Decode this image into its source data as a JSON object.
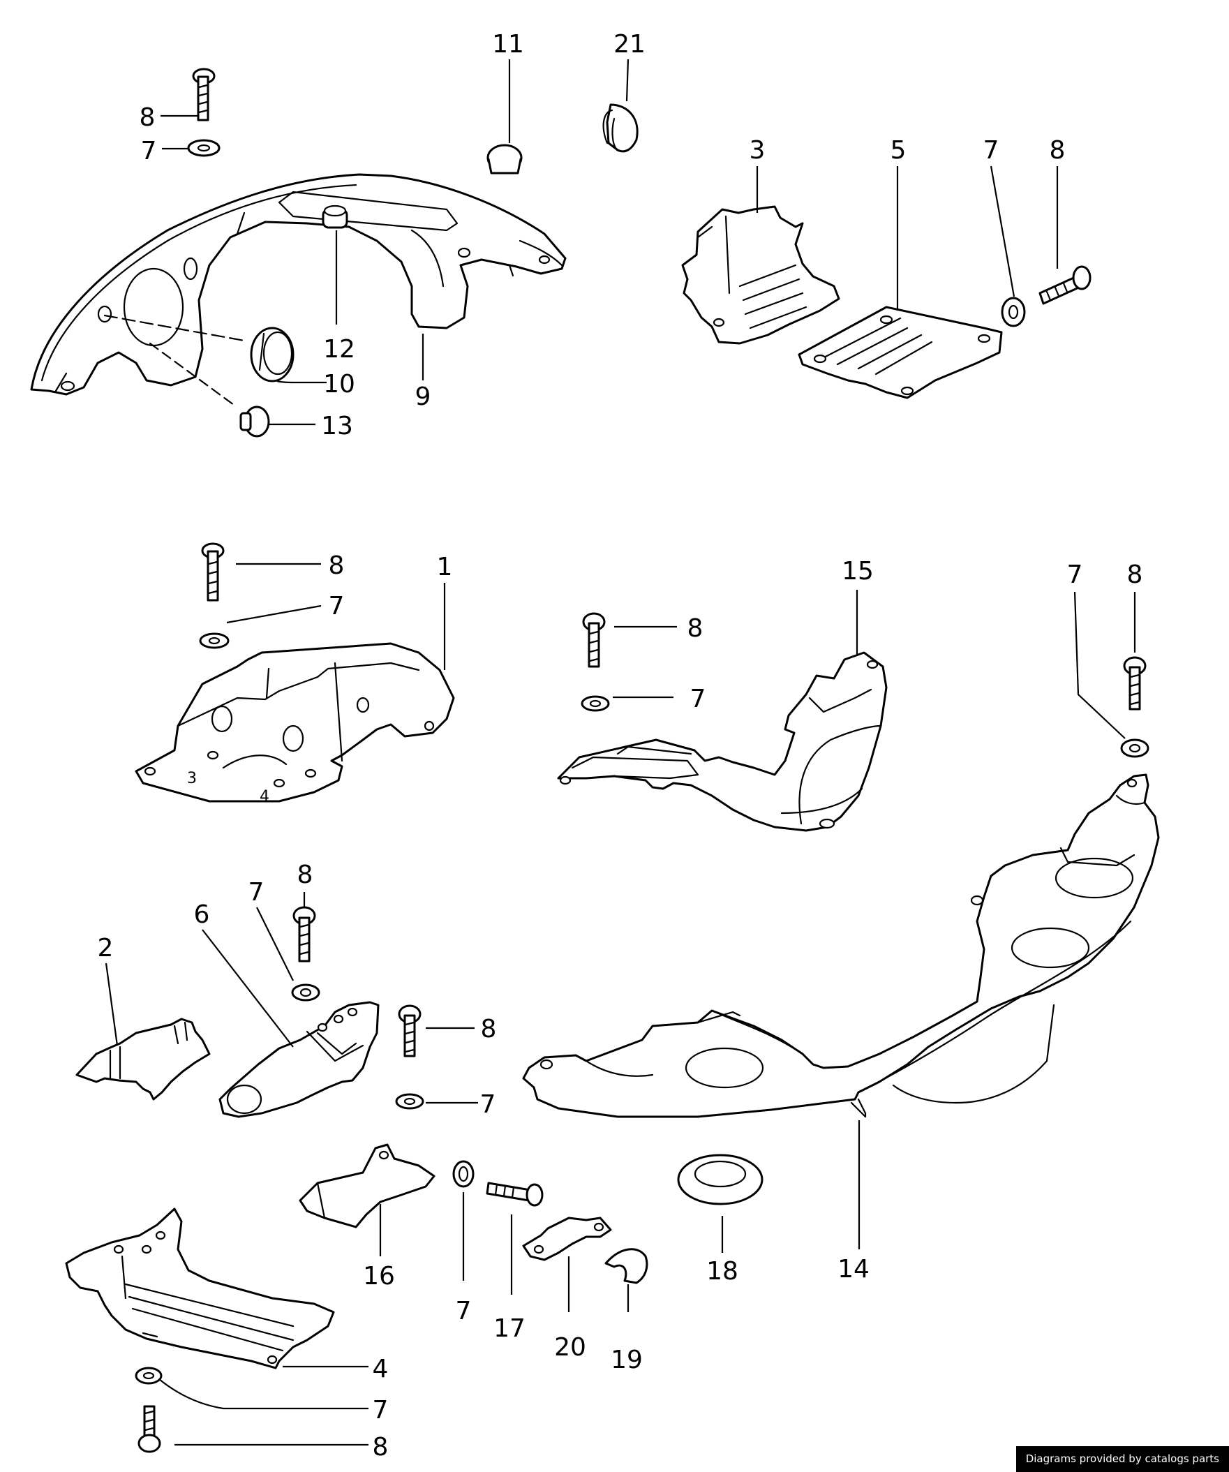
{
  "diagram": {
    "callouts": [
      {
        "id": "c-11-top",
        "label": "11"
      },
      {
        "id": "c-21-top",
        "label": "21"
      },
      {
        "id": "c-8-a",
        "label": "8"
      },
      {
        "id": "c-7-a",
        "label": "7"
      },
      {
        "id": "c-12",
        "label": "12"
      },
      {
        "id": "c-10",
        "label": "10"
      },
      {
        "id": "c-9",
        "label": "9"
      },
      {
        "id": "c-13",
        "label": "13"
      },
      {
        "id": "c-3",
        "label": "3"
      },
      {
        "id": "c-5",
        "label": "5"
      },
      {
        "id": "c-7-b",
        "label": "7"
      },
      {
        "id": "c-8-b",
        "label": "8"
      },
      {
        "id": "c-8-c",
        "label": "8"
      },
      {
        "id": "c-7-c",
        "label": "7"
      },
      {
        "id": "c-1",
        "label": "1"
      },
      {
        "id": "c-15",
        "label": "15"
      },
      {
        "id": "c-8-d",
        "label": "8"
      },
      {
        "id": "c-7-d",
        "label": "7"
      },
      {
        "id": "c-7-e",
        "label": "7"
      },
      {
        "id": "c-8-e",
        "label": "8"
      },
      {
        "id": "c-2",
        "label": "2"
      },
      {
        "id": "c-6",
        "label": "6"
      },
      {
        "id": "c-7-f",
        "label": "7"
      },
      {
        "id": "c-8-f",
        "label": "8"
      },
      {
        "id": "c-8-g",
        "label": "8"
      },
      {
        "id": "c-7-g",
        "label": "7"
      },
      {
        "id": "c-14",
        "label": "14"
      },
      {
        "id": "c-18",
        "label": "18"
      },
      {
        "id": "c-16",
        "label": "16"
      },
      {
        "id": "c-7-h",
        "label": "7"
      },
      {
        "id": "c-17",
        "label": "17"
      },
      {
        "id": "c-20",
        "label": "20"
      },
      {
        "id": "c-19",
        "label": "19"
      },
      {
        "id": "c-4",
        "label": "4"
      },
      {
        "id": "c-7-i",
        "label": "7"
      },
      {
        "id": "c-8-h",
        "label": "8"
      }
    ],
    "embossed_marks": {
      "three": "3",
      "four": "4"
    }
  },
  "footer": {
    "credit": "Diagrams provided by catalogs parts"
  }
}
